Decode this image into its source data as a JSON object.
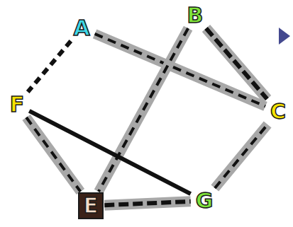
{
  "diagram": {
    "nodes": [
      {
        "text": [
          "A"
        ]
      },
      {
        "text": [
          "B"
        ]
      },
      {
        "text": [
          "C"
        ]
      },
      {
        "text": [
          "E"
        ]
      },
      {
        "text": [
          "F"
        ]
      },
      {
        "text": [
          "G"
        ]
      }
    ],
    "edges": [
      {
        "from": 0,
        "to": 4,
        "arrow": "none"
      },
      {
        "from": 0,
        "to": 2,
        "arrow": "none"
      },
      {
        "from": 1,
        "to": 2,
        "arrow": "none"
      },
      {
        "from": 1,
        "to": 3,
        "arrow": "none"
      },
      {
        "from": 4,
        "to": 3,
        "arrow": "none"
      },
      {
        "from": 4,
        "to": 5,
        "arrow": "none"
      },
      {
        "from": 3,
        "to": 5,
        "arrow": "none"
      },
      {
        "from": 5,
        "to": 2,
        "arrow": "none"
      }
    ]
  }
}
